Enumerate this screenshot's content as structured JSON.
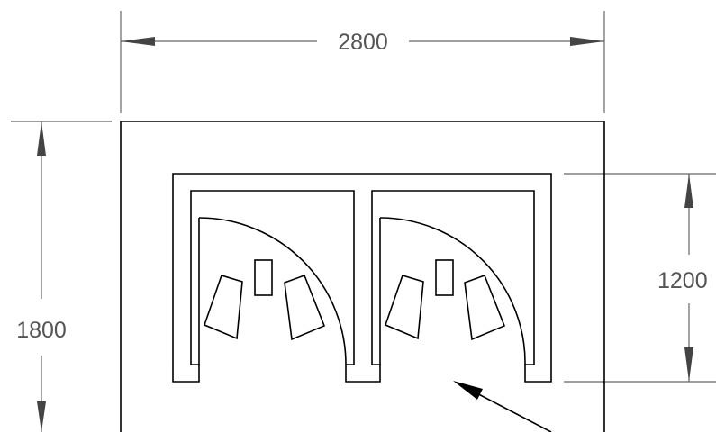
{
  "drawing": {
    "dimensions": {
      "width": "2800",
      "height": "1800",
      "inner_height": "1200"
    }
  },
  "colors": {
    "line": "#000000",
    "dimension": "#666666",
    "text": "#555555",
    "background": "#ffffff"
  }
}
